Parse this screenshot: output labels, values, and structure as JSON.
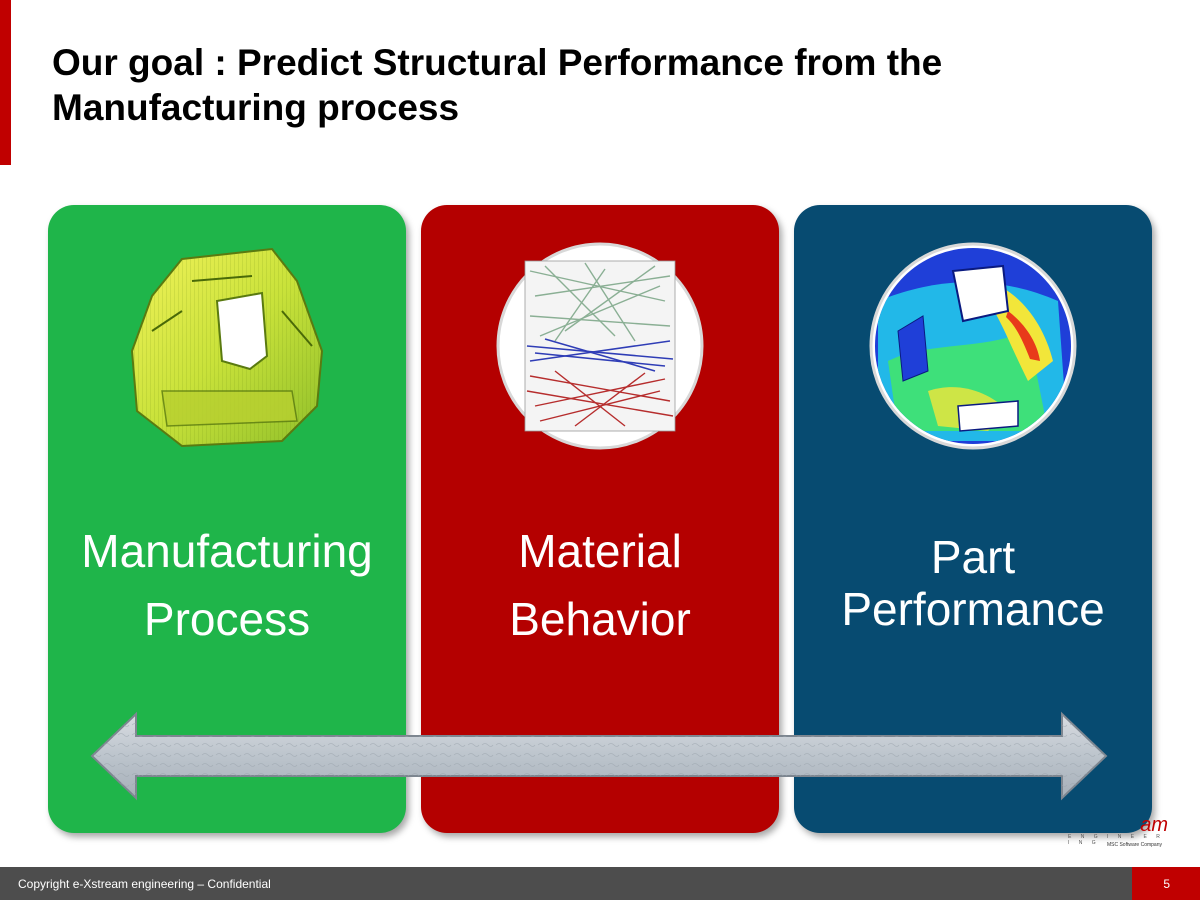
{
  "slide": {
    "title_line1": "Our goal : Predict Structural Performance from the",
    "title_line2": "Manufacturing process",
    "accent_color": "#c00000"
  },
  "panels": [
    {
      "line1": "Manufacturing",
      "line2": "Process",
      "color": "#1fb54a",
      "image": "molded-part-mesh-image"
    },
    {
      "line1": "Material",
      "line2": "Behavior",
      "color": "#b40000",
      "image": "fiber-microstructure-image"
    },
    {
      "line1": "Part",
      "line2": "Performance",
      "color": "#074b71",
      "image": "stress-contour-image"
    }
  ],
  "arrow": {
    "icon": "double-headed-arrow-icon"
  },
  "logo": {
    "wordmark": "am",
    "subline": "E N G I N E E R I N G",
    "tagline": "MSC Software Company"
  },
  "footer": {
    "copyright": "Copyright e-Xstream engineering – Confidential",
    "page_number": "5"
  }
}
